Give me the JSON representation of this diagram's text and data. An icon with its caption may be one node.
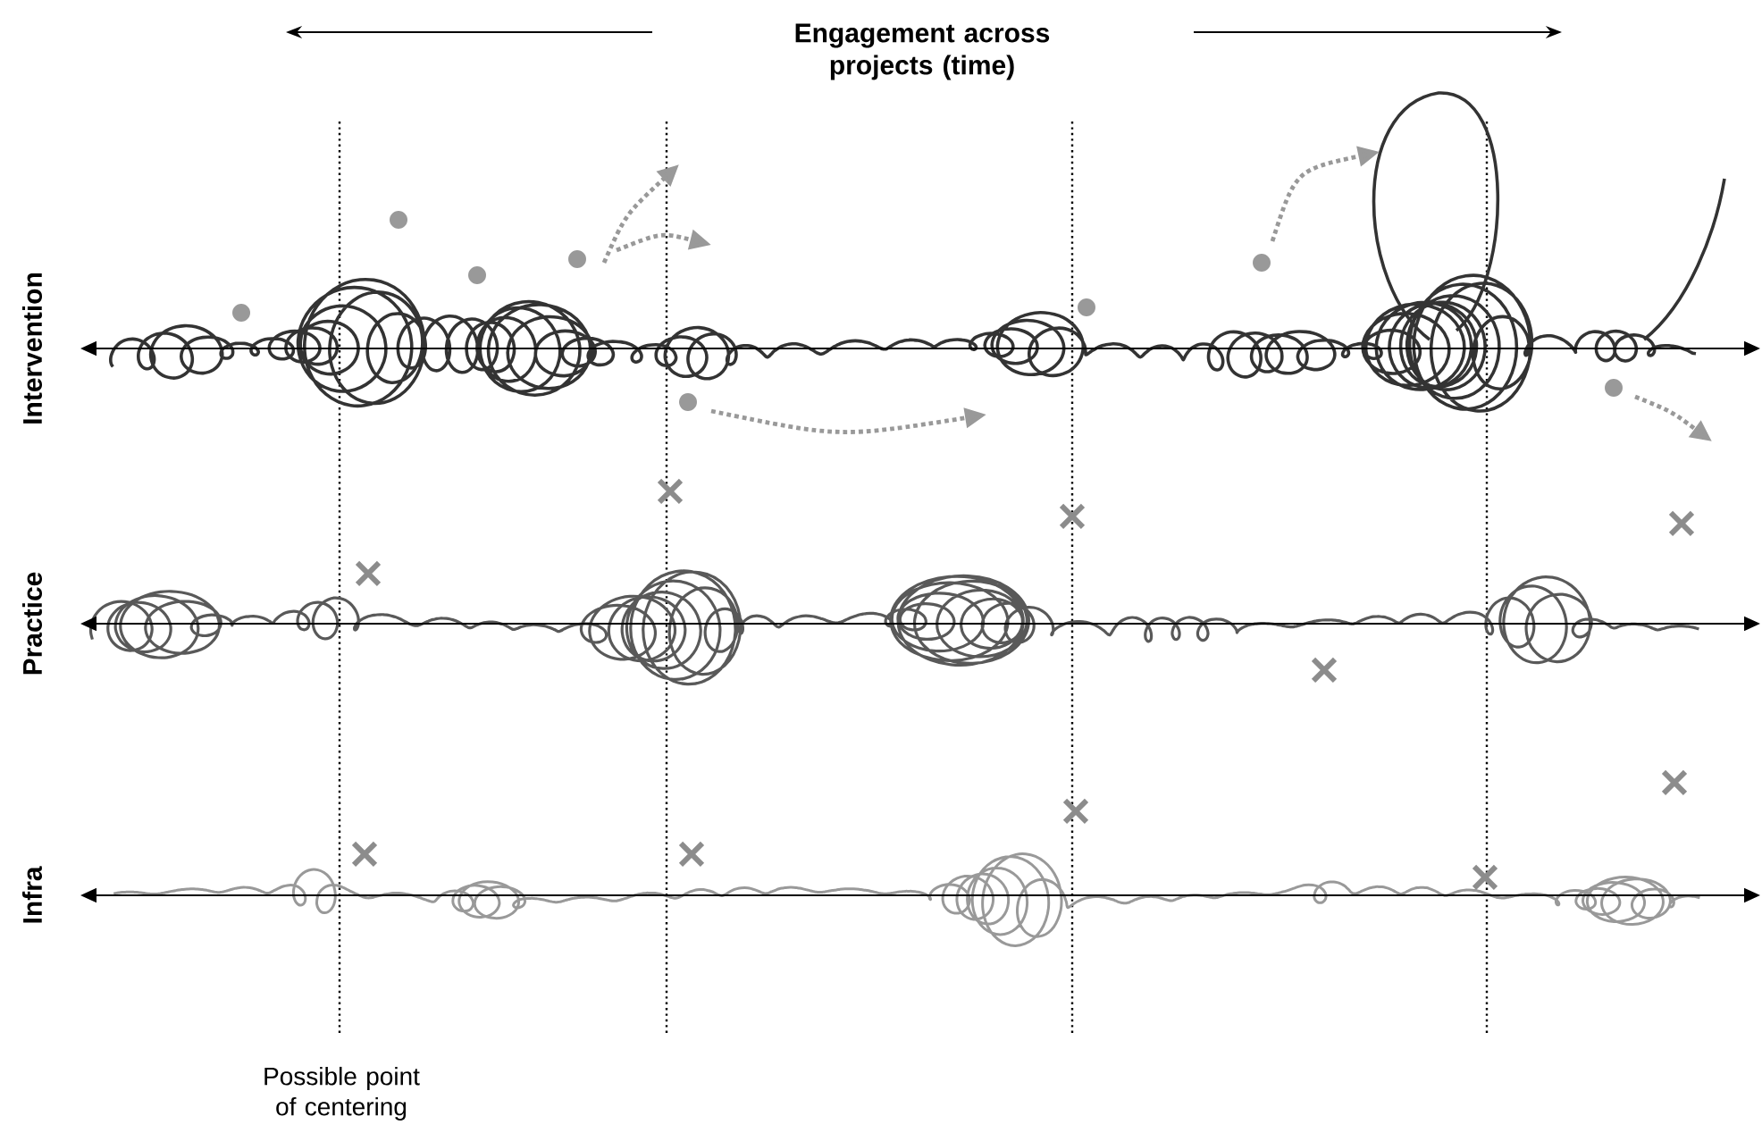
{
  "diagram": {
    "title": "Engagement across projects (time)",
    "labels": [
      "Intervention",
      "Practice",
      "Infra",
      "Possible point of centering"
    ]
  }
}
